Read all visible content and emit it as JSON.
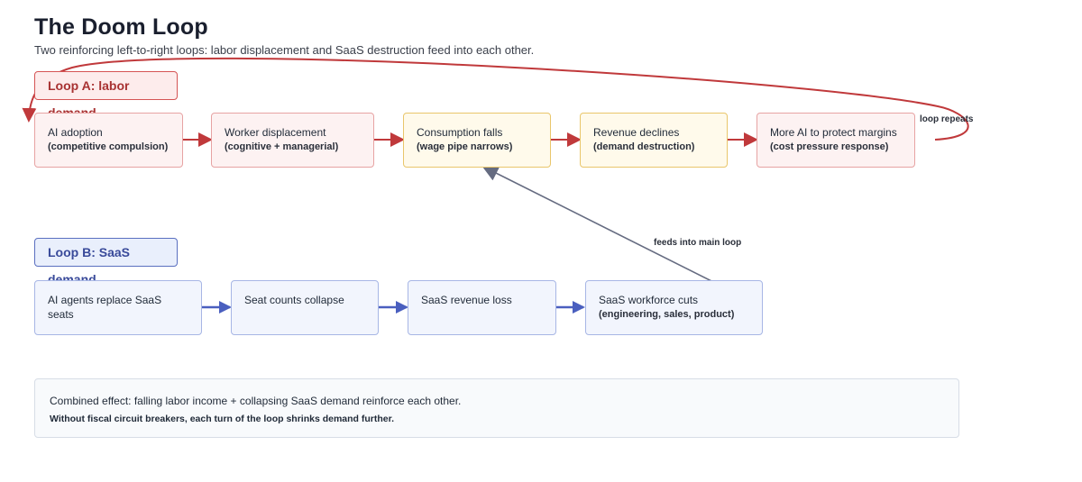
{
  "header": {
    "title": "The Doom Loop",
    "subtitle": "Two reinforcing left-to-right loops: labor displacement and SaaS destruction feed into each other."
  },
  "loop_a": {
    "label": "Loop A: labor demand",
    "nodes": [
      {
        "main": "AI adoption",
        "sub": "(competitive compulsion)"
      },
      {
        "main": "Worker displacement",
        "sub": "(cognitive + managerial)"
      },
      {
        "main": "Consumption falls",
        "sub": "(wage pipe narrows)"
      },
      {
        "main": "Revenue declines",
        "sub": "(demand destruction)"
      },
      {
        "main": "More AI to protect margins",
        "sub": "(cost pressure response)"
      }
    ]
  },
  "loop_b": {
    "label": "Loop B: SaaS demand",
    "nodes": [
      {
        "main": "AI agents replace SaaS seats"
      },
      {
        "main": "Seat counts collapse"
      },
      {
        "main": "SaaS revenue loss"
      },
      {
        "main": "SaaS workforce cuts",
        "sub": "(engineering, sales, product)"
      }
    ]
  },
  "annotations": {
    "loop_repeats": "loop repeats",
    "feeds_into_main": "feeds into main loop"
  },
  "effect": {
    "line1": "Combined effect: falling labor income + collapsing SaaS demand reinforce each other.",
    "line2": "Without fiscal circuit breakers, each turn of the loop shrinks demand further."
  },
  "colors": {
    "red_arrow": "#c0393b",
    "blue_arrow": "#4a5fbf",
    "gray_arrow": "#656b80"
  }
}
